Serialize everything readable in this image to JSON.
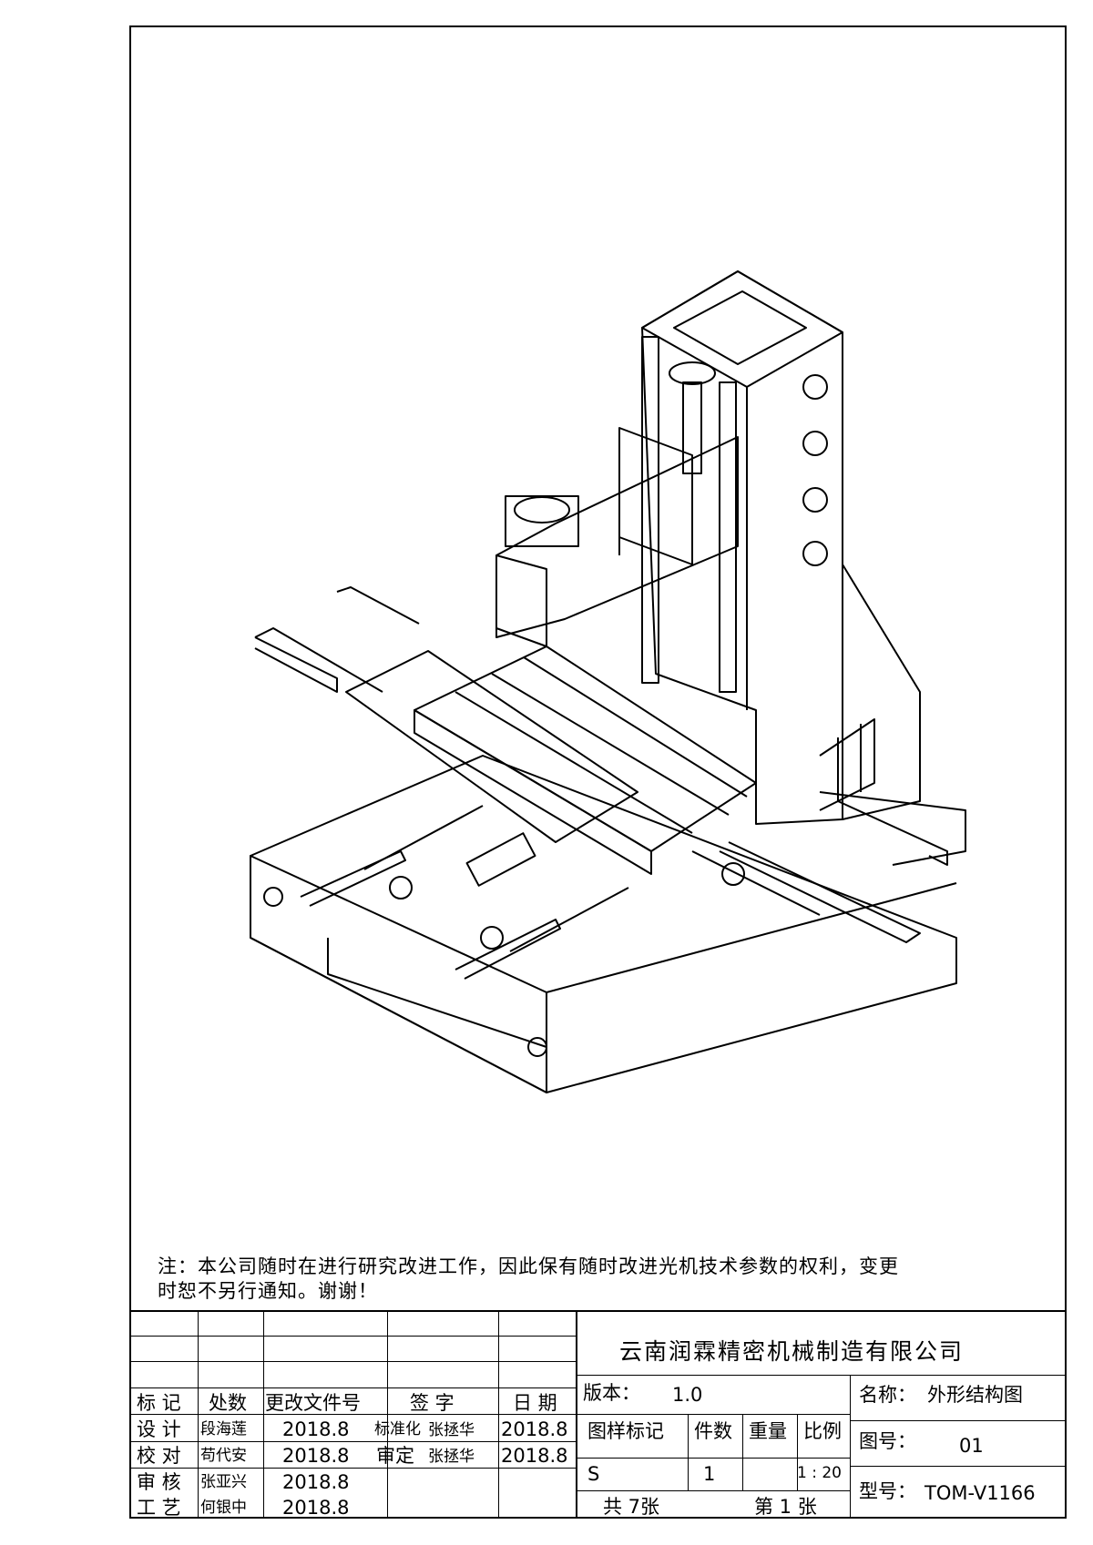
{
  "note": {
    "line1": "注：本公司随时在进行研究改进工作，因此保有随时改进光机技术参数的权利，变更",
    "line2": "时恕不另行通知。谢谢！"
  },
  "revision_table": {
    "headers": [
      "标 记",
      "处数",
      "更改文件号",
      "签 字",
      "日 期"
    ]
  },
  "signatures": [
    {
      "role": "设 计",
      "name": "段海莲",
      "date": "2018.8"
    },
    {
      "role": "校 对",
      "name": "苟代安",
      "date": "2018.8"
    },
    {
      "role": "审 核",
      "name": "张亚兴",
      "date": "2018.8"
    },
    {
      "role": "工 艺",
      "name": "何银中",
      "date": "2018.8"
    }
  ],
  "approvals": [
    {
      "role": "标准化",
      "name": "张拯华",
      "date": "2018.8"
    },
    {
      "role": "审定",
      "name": "张拯华",
      "date": "2018.8"
    }
  ],
  "company": "云南润霖精密机械制造有限公司",
  "version": {
    "label": "版本：",
    "value": "1.0"
  },
  "name": {
    "label": "名称：",
    "value": "外形结构图"
  },
  "drawing_no": {
    "label": "图号：",
    "value": "01"
  },
  "model": {
    "label": "型号：",
    "value": "TOM-V1166"
  },
  "table": {
    "headers": [
      "图样标记",
      "件数",
      "重量",
      "比例"
    ],
    "mark": "S",
    "count": "1",
    "weight": "",
    "scale": "1 : 20"
  },
  "sheets": {
    "total": "共 7张",
    "current": "第 1 张"
  }
}
